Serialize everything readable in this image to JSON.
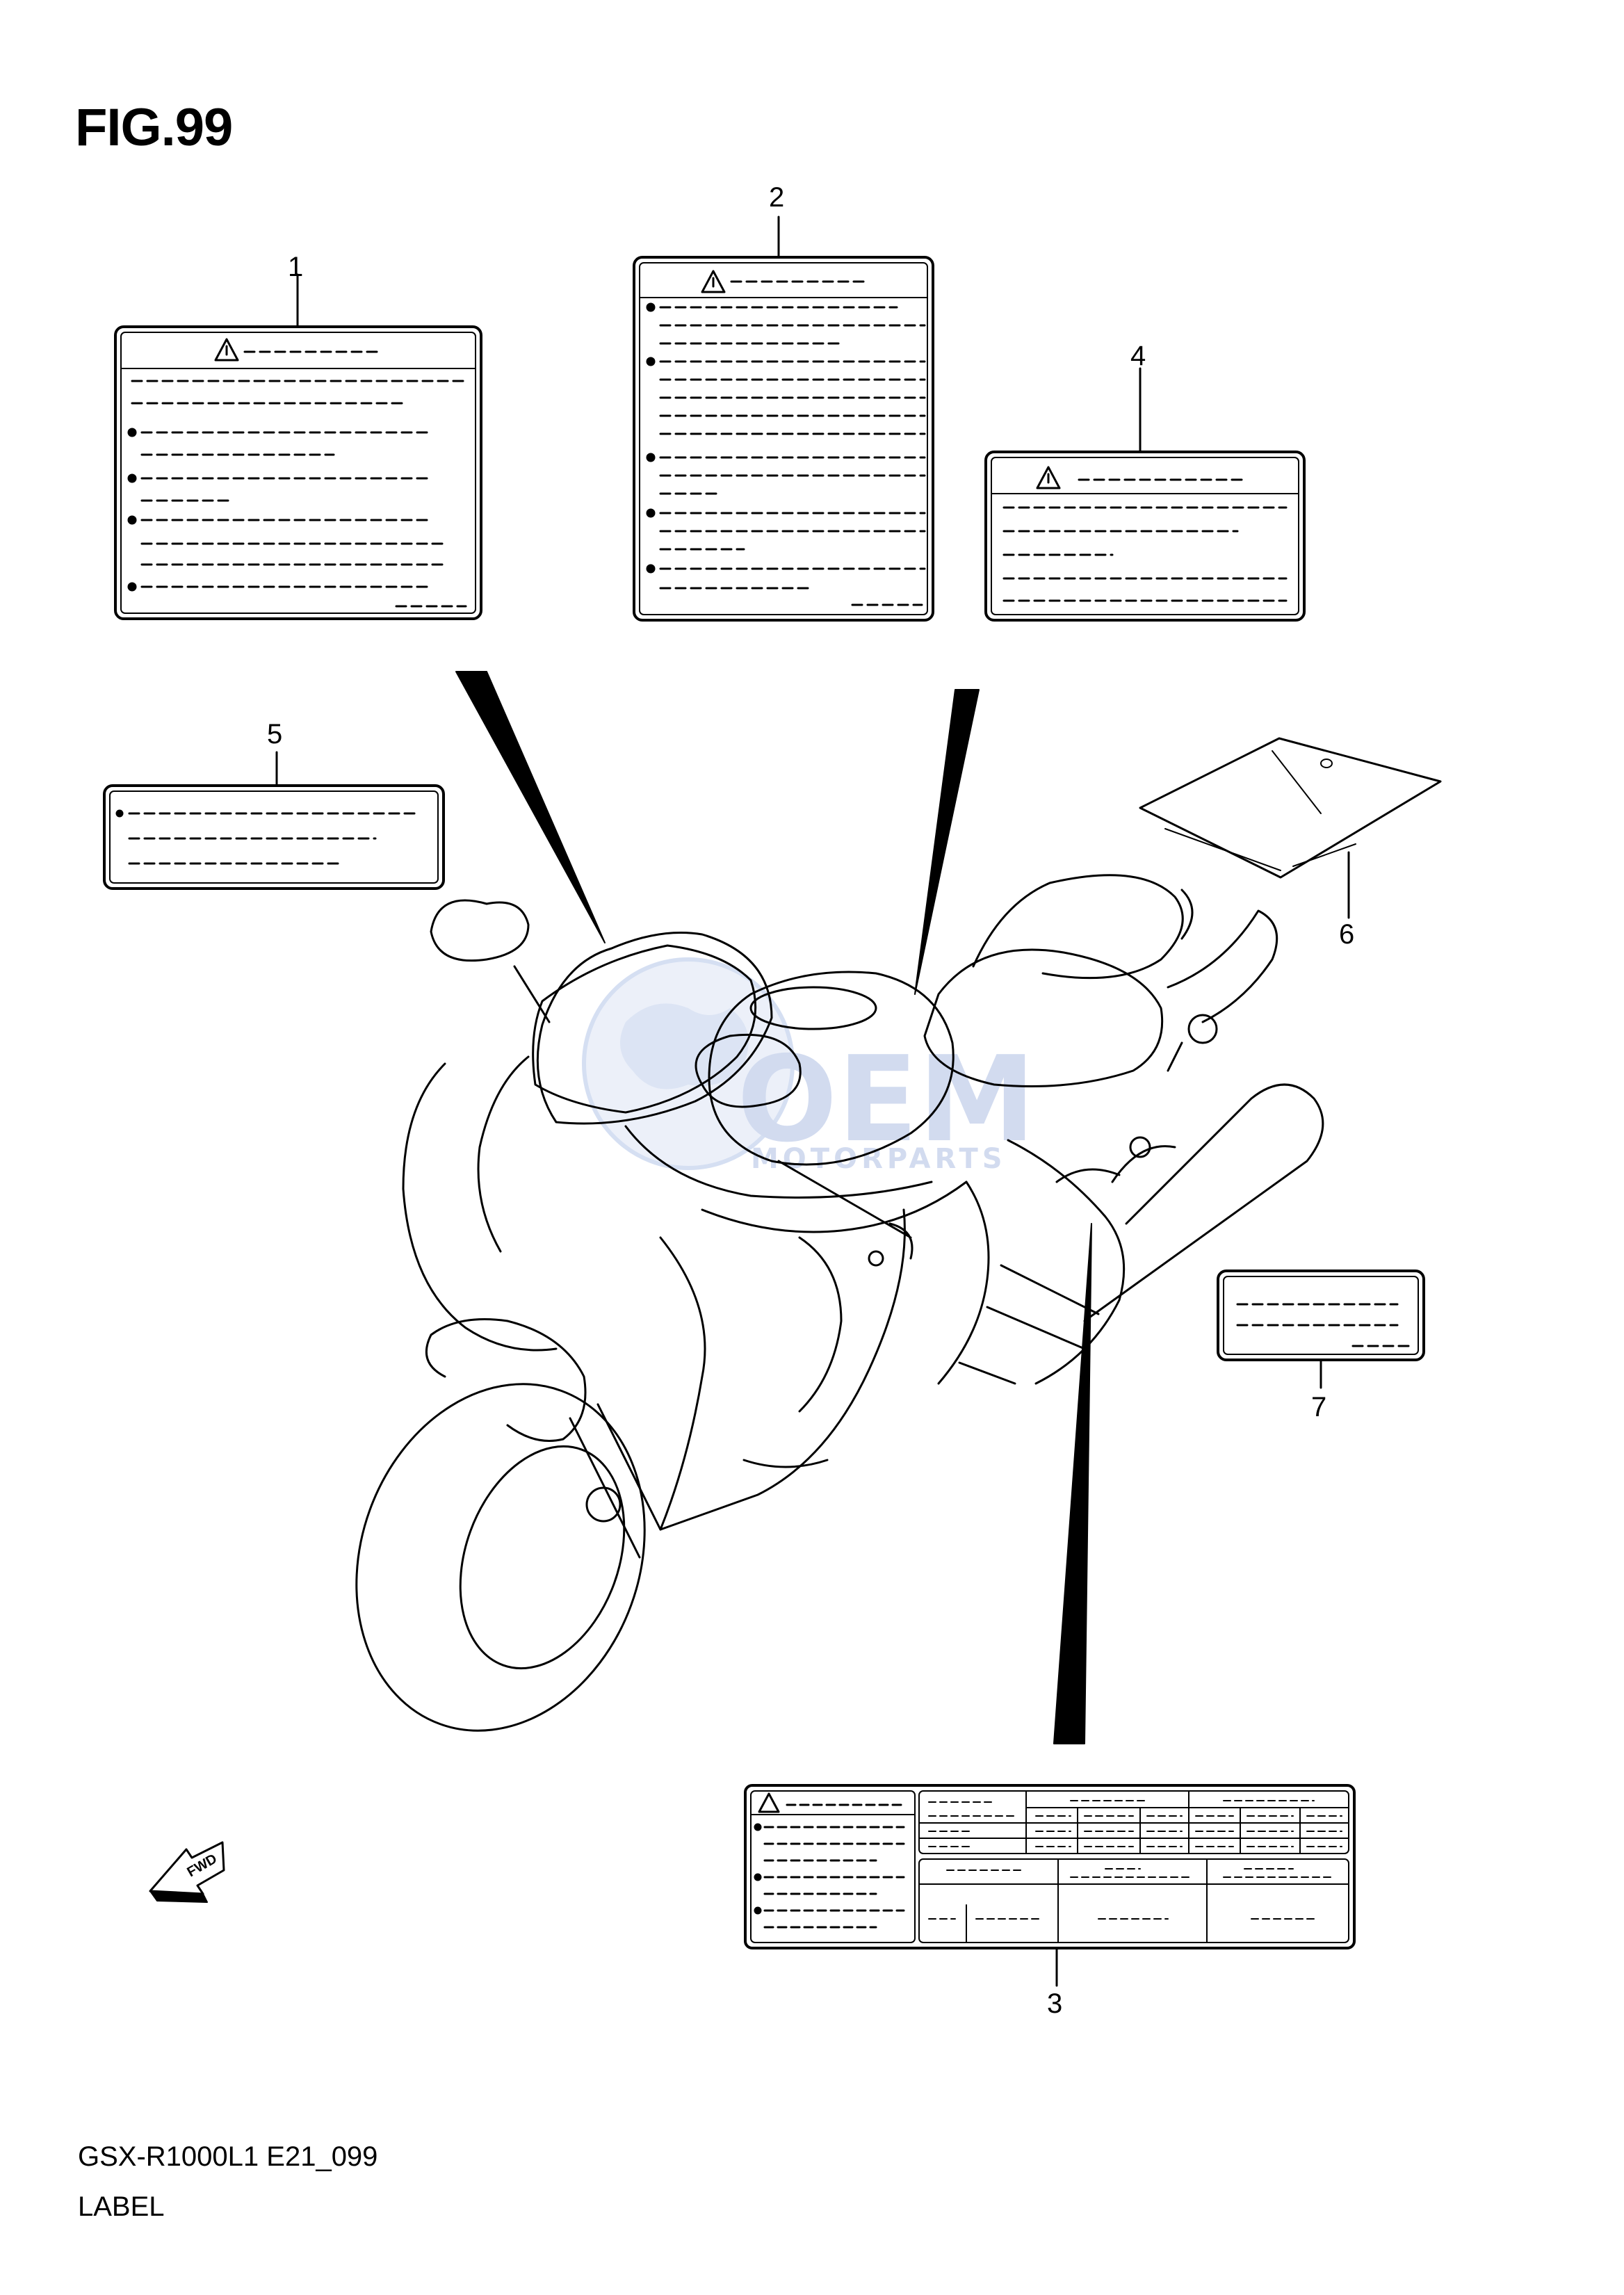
{
  "figure": {
    "title": "FIG.99",
    "model_code": "GSX-R1000L1 E21_099",
    "description": "LABEL"
  },
  "callouts": [
    {
      "id": "1",
      "label": "1"
    },
    {
      "id": "2",
      "label": "2"
    },
    {
      "id": "3",
      "label": "3"
    },
    {
      "id": "4",
      "label": "4"
    },
    {
      "id": "5",
      "label": "5"
    },
    {
      "id": "6",
      "label": "6"
    },
    {
      "id": "7",
      "label": "7"
    }
  ],
  "direction_marker": {
    "label": "FWD",
    "icon": "fwd-arrow-icon"
  },
  "watermark": {
    "brand": "OEM",
    "subtitle": "MOTORPARTS",
    "color": "#6f8fcf"
  },
  "colors": {
    "line": "#000000",
    "background": "#ffffff"
  }
}
